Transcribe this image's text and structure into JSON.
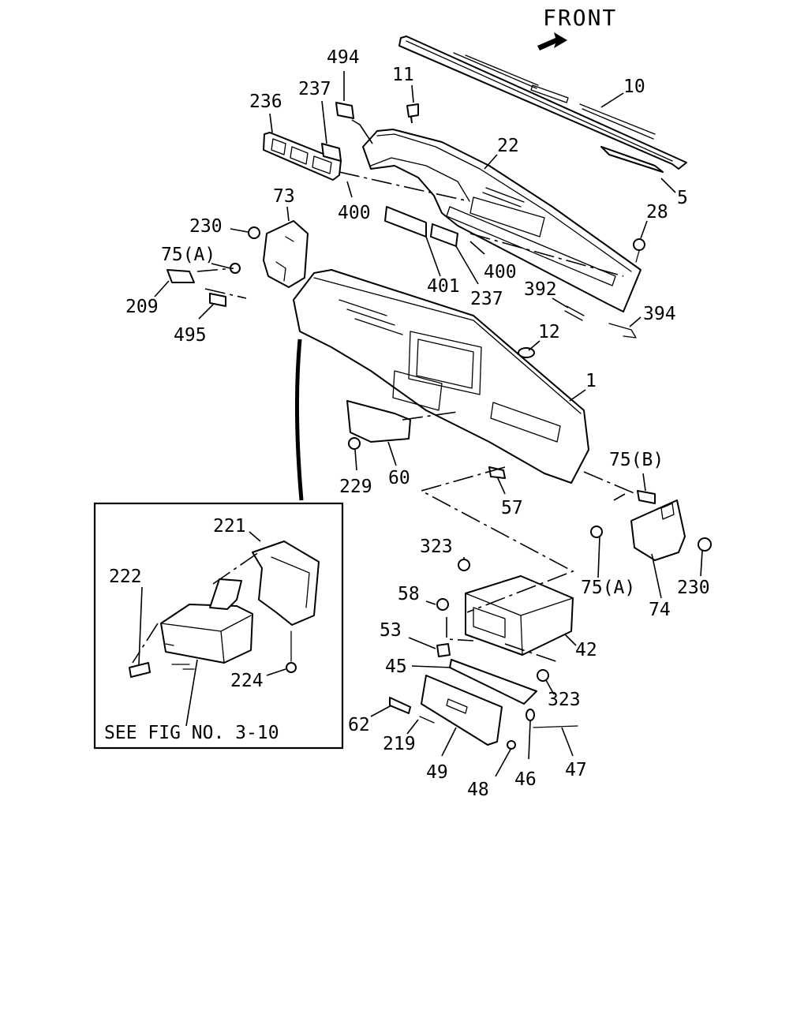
{
  "front_label": "FRONT",
  "inset_caption": "SEE FIG NO. 3-10",
  "callouts": [
    {
      "id": "c10",
      "text": "10"
    },
    {
      "id": "c494",
      "text": "494"
    },
    {
      "id": "c11",
      "text": "11"
    },
    {
      "id": "c236",
      "text": "236"
    },
    {
      "id": "c237a",
      "text": "237"
    },
    {
      "id": "c22",
      "text": "22"
    },
    {
      "id": "c5",
      "text": "5"
    },
    {
      "id": "c28",
      "text": "28"
    },
    {
      "id": "c400a",
      "text": "400"
    },
    {
      "id": "c73",
      "text": "73"
    },
    {
      "id": "c230a",
      "text": "230"
    },
    {
      "id": "c75a1",
      "text": "75(A)"
    },
    {
      "id": "c209",
      "text": "209"
    },
    {
      "id": "c495",
      "text": "495"
    },
    {
      "id": "c401",
      "text": "401"
    },
    {
      "id": "c237b",
      "text": "237"
    },
    {
      "id": "c400b",
      "text": "400"
    },
    {
      "id": "c392",
      "text": "392"
    },
    {
      "id": "c394",
      "text": "394"
    },
    {
      "id": "c12",
      "text": "12"
    },
    {
      "id": "c1",
      "text": "1"
    },
    {
      "id": "c229",
      "text": "229"
    },
    {
      "id": "c60",
      "text": "60"
    },
    {
      "id": "c57",
      "text": "57"
    },
    {
      "id": "c75b",
      "text": "75(B)"
    },
    {
      "id": "c75a2",
      "text": "75(A)"
    },
    {
      "id": "c230b",
      "text": "230"
    },
    {
      "id": "c74",
      "text": "74"
    },
    {
      "id": "c221",
      "text": "221"
    },
    {
      "id": "c222",
      "text": "222"
    },
    {
      "id": "c224",
      "text": "224"
    },
    {
      "id": "c323a",
      "text": "323"
    },
    {
      "id": "c58",
      "text": "58"
    },
    {
      "id": "c53",
      "text": "53"
    },
    {
      "id": "c42",
      "text": "42"
    },
    {
      "id": "c45",
      "text": "45"
    },
    {
      "id": "c323b",
      "text": "323"
    },
    {
      "id": "c62",
      "text": "62"
    },
    {
      "id": "c219",
      "text": "219"
    },
    {
      "id": "c49",
      "text": "49"
    },
    {
      "id": "c48",
      "text": "48"
    },
    {
      "id": "c46",
      "text": "46"
    },
    {
      "id": "c47",
      "text": "47"
    }
  ]
}
